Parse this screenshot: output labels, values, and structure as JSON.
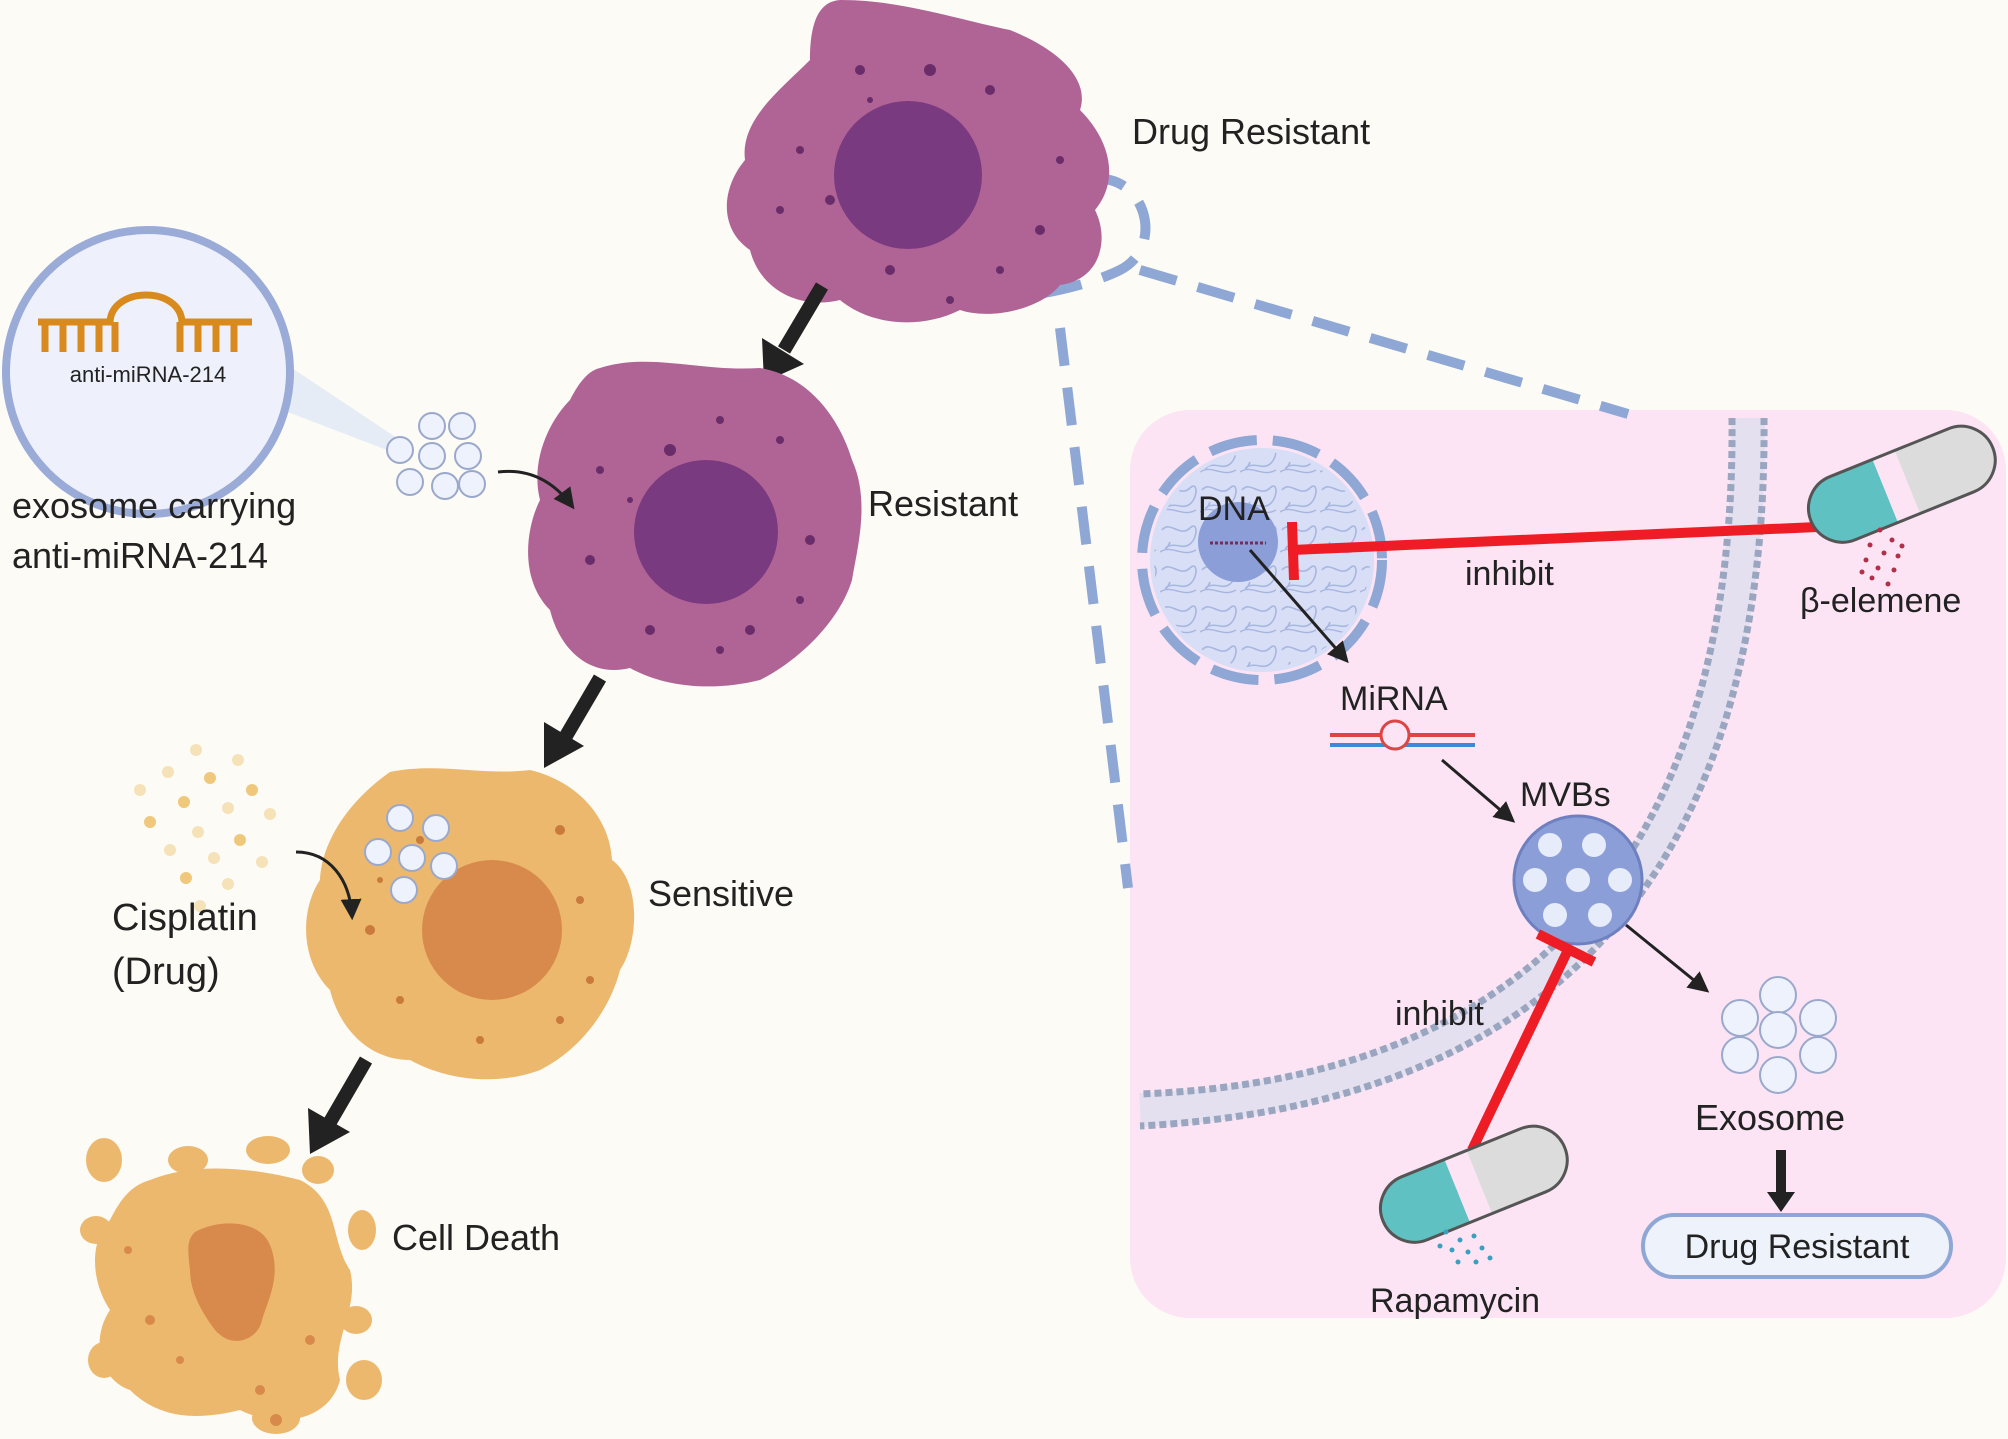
{
  "colors": {
    "background": "#fcfbf5",
    "resistant_cell": "#b06496",
    "resistant_nucleus": "#7a3a80",
    "sensitive_cell": "#ecb86e",
    "sensitive_nucleus": "#d88a4c",
    "dashed_line": "#8ea7d4",
    "panel_bg": "#fce4f5",
    "inhibit": "#ee1c25",
    "arrow": "#222222",
    "capsule_teal": "#5fc1c1",
    "capsule_grey": "#d7d7d7"
  },
  "labels": {
    "drug_resistant_cell": "Drug Resistant",
    "resistant_cell": "Resistant",
    "sensitive_cell": "Sensitive",
    "cell_death": "Cell Death",
    "exosome_line1": "exosome carrying",
    "exosome_line2": "anti-miRNA-214",
    "zoom_label": "anti-miRNA-214",
    "cisplatin_line1": "Cisplatin",
    "cisplatin_line2": "(Drug)"
  },
  "panel": {
    "dna": "DNA",
    "mirna": "MiRNA",
    "mvbs": "MVBs",
    "inhibit_top": "inhibit",
    "inhibit_bottom": "inhibit",
    "beta_elemene": "β-elemene",
    "rapamycin": "Rapamycin",
    "exosome": "Exosome",
    "drug_resistant_box": "Drug Resistant"
  },
  "icons": [
    "capsule-icon",
    "exosome-icon",
    "anti-mirna-icon",
    "mirna-icon",
    "membrane-icon"
  ]
}
